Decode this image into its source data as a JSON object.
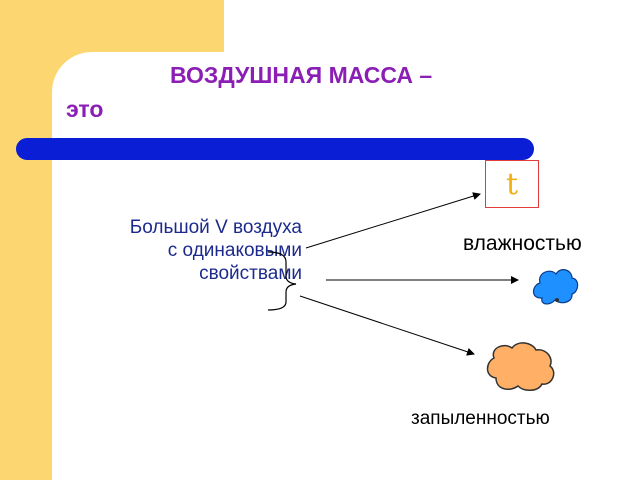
{
  "slide": {
    "title_line1": "ВОЗДУШНАЯ МАССА –",
    "title_line2": "это",
    "description": [
      "Большой V воздуха",
      "с одинаковыми",
      "свойствами"
    ],
    "temperature_symbol": "t",
    "humidity_label": "влажностью",
    "dust_label": "запыленностью"
  },
  "colors": {
    "accent_yellow": "#fcd670",
    "title_purple": "#8b1fb5",
    "bar_blue": "#0a1ed6",
    "text_blue": "#1c2a8c",
    "box_red": "#e23c3c",
    "cloud_blue": "#1e90ff",
    "cloud_orange": "#ffb066"
  },
  "icons": {
    "temperature": "thermometer-icon",
    "humidity": "water-drop-cloud-icon",
    "dust": "dust-cloud-icon"
  }
}
